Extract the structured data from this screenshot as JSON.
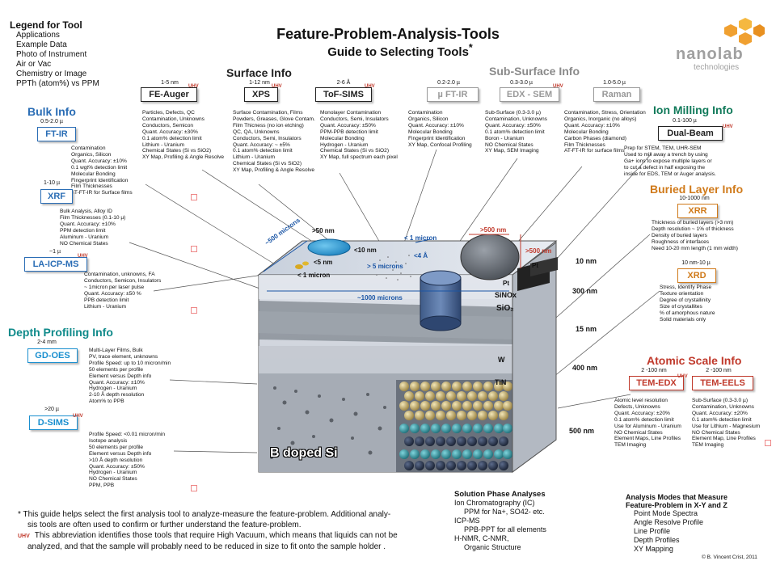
{
  "legend": {
    "title": "Legend for Tool",
    "items": [
      "Applications",
      "Example Data",
      "Photo of Instrument",
      "Air or Vac",
      "Chemistry or Image",
      "PPTh (atom%)  vs PPM"
    ]
  },
  "title": "Feature-Problem-Analysis-Tools",
  "subtitle": "Guide to Selecting Tools",
  "subtitle_mark": "*",
  "logo": {
    "word": "nanolab",
    "tagline": "technologies"
  },
  "sections": {
    "surface": "Surface Info",
    "subsurface": "Sub-Surface Info",
    "bulk": "Bulk Info",
    "ion_milling": "Ion Milling Info",
    "buried": "Buried Layer Info",
    "depth": "Depth Profiling Info",
    "atomic": "Atomic Scale Info"
  },
  "uhv": "UHV",
  "tools": {
    "fe_auger": {
      "name": "FE-Auger",
      "range": "1-5 nm",
      "desc": [
        "Particles, Defects, QC",
        "Contamination, Unknowns",
        "Conductors, Semicon",
        "Quant. Accuracy: ±30%",
        "0.1 atom% detection limit",
        "Lithium - Uranium",
        "Chemical States (Si vs SiO2)",
        "XY Map,  Profiling & Angle Resolve"
      ]
    },
    "xps": {
      "name": "XPS",
      "range": "1-12 nm",
      "desc": [
        "Surface Contamination, Films",
        "Powders, Greases, Glove Contam.",
        "Film Thicness (no ion etching)",
        "QC, QA, Unknowns",
        "Conductors, Semi, Insulators",
        "Quant. Accuracy: ~ ±5%",
        "0.1 atom% detection limit",
        "Lithium - Uranium",
        "Chemical States (Si vs SiO2)",
        "XY Map,  Profiling & Angle Resolve"
      ]
    },
    "tof_sims": {
      "name": "ToF-SIMS",
      "range": "2-6 Å",
      "desc": [
        "Monolayer Contamination",
        "Conductors, Semi, Insulators",
        "Quant. Accuracy: ±50%",
        "PPM-PPB detection limit",
        "Molecular Bonding",
        "Hydrogen - Uranium",
        "Chemical States (Si vs SiO2)",
        "XY Map, full spectrum each pixel"
      ]
    },
    "mu_ftir": {
      "name": "µ FT-IR",
      "range": "0.2-2.0 µ",
      "desc": [
        "Contamination",
        "Organics, Silicon",
        "Quant. Accuracy: ±10%",
        "Molecular Bonding",
        "Fingerprint Identification",
        "XY Map,  Confocal Profiling"
      ]
    },
    "edx_sem": {
      "name": "EDX - SEM",
      "range": "0.3-3.0 µ",
      "desc": [
        "Sub-Surface (0.3-3.0 µ)",
        "Contamination, Unknowns",
        "Quant. Accuracy: ±50%",
        "0.1 atom% detection limit",
        "Boron - Uranium",
        "NO Chemical States",
        "XY Map,  SEM Imaging"
      ]
    },
    "raman": {
      "name": "Raman",
      "range": "1.0-5.0 µ",
      "desc": [
        "Contamination, Stress, Orientation",
        "Organics, Inorganic (no alloys)",
        "Quant. Accuracy: ±10%",
        "Molecular Bonding",
        "Carbon Phases (diamond)",
        "Film Thicknesses",
        "AT-FT-IR for surface films"
      ]
    },
    "ftir": {
      "name": "FT-IR",
      "range": "0.5-2.0 µ",
      "desc": [
        "Contamination",
        "Organics, Silicon",
        "Quant. Accuracy: ±10%",
        "0.1 wgt% detection limit",
        "Molecular Bonding",
        "Fingerprint Identification",
        "Film Thicknesses",
        "AT-FT-IR for Surface films"
      ]
    },
    "xrf": {
      "name": "XRF",
      "range": "1-10 µ",
      "desc": [
        "Bulk Analysis, Alloy ID",
        "Film Thicknesses (0.1-10 µ)",
        "Quant. Accuracy: ±10%",
        "PPM detection limit",
        "Aluminum - Uranium",
        "NO Chemical States"
      ]
    },
    "la_icp_ms": {
      "name": "LA-ICP-MS",
      "range": "~1 µ",
      "desc": [
        "Contamination, unknowns, FA",
        "Conductors, Semicon, Insulators",
        "~ 1micron per laser pulse",
        "Quant. Accuracy: ±50 %",
        "PPB detection limit",
        "Lithium - Uranium"
      ]
    },
    "dual_beam": {
      "name": "Dual-Beam",
      "range": "0.1-100 µ",
      "desc": [
        "Prep for STEM, TEM, UHR-SEM",
        "Used to mill away a trench by using",
        "Ga+ ions to expose multiple layers or",
        "to cut a defect in half exposing the",
        "inside for EDS, TEM or Auger analysis."
      ]
    },
    "xrr": {
      "name": "XRR",
      "range": "10-1000 nm",
      "desc": [
        "Thickness of buried layers (>3 nm)",
        "Depth resolution ~ 1% of thickness",
        "Density of buried layers",
        "Roughness of interfaces",
        "Need 10-20 mm length (1 mm width)"
      ]
    },
    "xrd": {
      "name": "XRD",
      "range": "10 nm-10 µ",
      "desc": [
        "Stress, Identify Phase",
        "Texture orientation",
        "Degree of crystallinity",
        "Size of crystallites",
        "% of amorphous nature",
        "Solid materials only"
      ]
    },
    "gd_oes": {
      "name": "GD-OES",
      "range": "2-4 mm",
      "desc": [
        "Multi-Layer Films, Bulk",
        "PV, trace element, unknowns",
        "Profile Speed:  up to 10 micron/min",
        "50 elements per profile",
        "Element versus Depth info",
        "Quant. Accuracy: ±10%",
        "Hydrogen - Uranium",
        "2-10 Å depth resolution",
        "Atom% to PPB"
      ]
    },
    "d_sims": {
      "name": "D-SIMS",
      "range": ">20 µ",
      "desc": [
        "Profile Speed:  <0.01 micron/min",
        "Isotope analysis",
        "50 elements per profile",
        "Element versus Depth info",
        ">10 Å depth resolution",
        "Quant. Accuracy: ±50%",
        "Hydrogen - Uranium",
        "NO Chemical States",
        "PPM, PPB"
      ]
    },
    "tem_edx": {
      "name": "TEM-EDX",
      "range": "2 -100 nm",
      "desc": [
        "Atomic level resolution",
        "Defects, Unknowns",
        "Quant. Accuracy: ±20%",
        "0.1 atom% detection limit",
        "Use for Aluminum - Uranium",
        "NO Chemical States",
        "Element Maps, Line Profiles",
        "TEM Imaging"
      ]
    },
    "tem_eels": {
      "name": "TEM-EELS",
      "range": "2 -100 nm",
      "desc": [
        "Sub-Surface (0.3-3.0 µ)",
        "Contamination, Unknowns",
        "Quant. Accuracy: ±20%",
        "0.1 atom% detection limit",
        "Use for Lithium - Magnesium",
        "NO Chemical States",
        "Element Map,  Line Profiles",
        "TEM Imaging"
      ]
    }
  },
  "diagram": {
    "labels": {
      "d50nm": ">50 nm",
      "d10nm": "<10 nm",
      "d5nm": "<5 nm",
      "d1micron_a": "< 1 micron",
      "d1micron_b": "< 1 micron",
      "d4a": "<4 Å",
      "d5microns": "> 5 microns",
      "d500microns": "~500 microns",
      "d1000microns": "~1000 microns",
      "d500nm_a": ">500 nm",
      "d500nm_b": ">500 nm",
      "pt_a": "Pt",
      "pt_b": "Pt",
      "b_doped": "B doped Si"
    },
    "layers": [
      "SiNOx",
      "SiO₂",
      "W",
      "TiN"
    ],
    "thicknesses": [
      "10 nm",
      "300 nm",
      "15 nm",
      "400 nm",
      "500 nm"
    ]
  },
  "solution_phase": {
    "title": "Solution Phase Analyses",
    "lines": [
      "Ion Chromatography (IC)",
      "PPM for Na+, SO42- etc.",
      "ICP-MS",
      "PPB-PPT for all elements",
      "H-NMR, C-NMR,",
      "Organic Structure"
    ]
  },
  "analysis_modes": {
    "title": "Analysis Modes that Measure",
    "title2": "Feature-Problem in X-Y and Z",
    "items": [
      "Point Mode Spectra",
      "Angle Resolve Profile",
      "Line Profile",
      "Depth Profiles",
      "XY Mapping"
    ]
  },
  "footer": {
    "line1": "*  This guide helps select the first analysis tool to analyze-measure the feature-problem.  Additional analy-",
    "line2": "sis tools are often used to confirm or further understand the feature-problem.",
    "line3": "This abbreviation identifies those tools that require High Vacuum, which means that liquids can not be",
    "line4": "analyzed, and that the sample will probably need to be reduced in size to fit onto the sample holder .",
    "copyright": "© B. Vincent Crist, 2011"
  },
  "colors": {
    "blue": "#2a6db5",
    "orange": "#d07a1a",
    "red": "#c0392b",
    "green": "#117a5a",
    "gray": "#8a8a8a"
  }
}
